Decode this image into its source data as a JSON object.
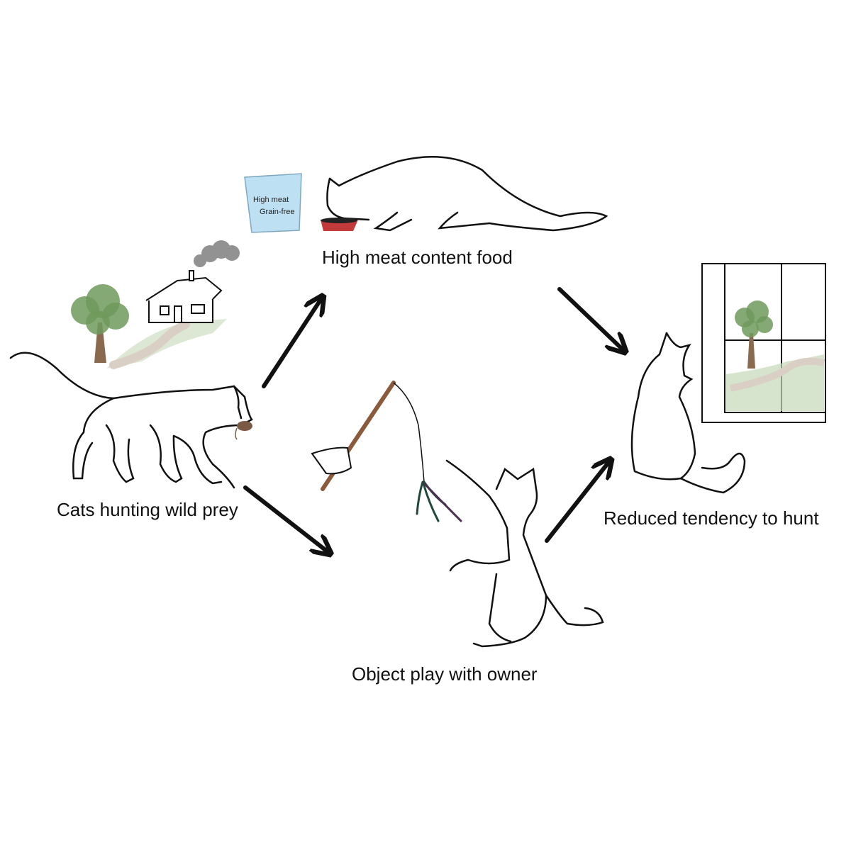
{
  "nodes": {
    "hunting": {
      "label": "Cats hunting wild prey"
    },
    "food": {
      "label": "High meat content food",
      "bag_line1": "High meat",
      "bag_line2": "Grain-free"
    },
    "play": {
      "label": "Object play with owner"
    },
    "reduced": {
      "label": "Reduced tendency to hunt"
    }
  },
  "edges": [
    {
      "from": "hunting",
      "to": "food"
    },
    {
      "from": "hunting",
      "to": "play"
    },
    {
      "from": "food",
      "to": "reduced"
    },
    {
      "from": "play",
      "to": "reduced"
    }
  ],
  "colors": {
    "ink": "#111111",
    "tree": "#6f9a5c",
    "trunk": "#8a6a4f",
    "smoke": "#777777",
    "bag": "#bde0f3",
    "stick": "#8a5a3a",
    "grass": "#c6d9b8",
    "path": "#d9cfc4"
  }
}
